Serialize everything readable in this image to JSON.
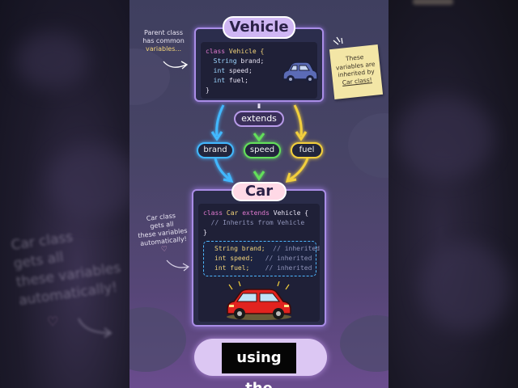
{
  "parent": {
    "title": "Vehicle",
    "code": {
      "header_kw": "class",
      "header_name": "Vehicle {",
      "fields": [
        {
          "type": "String",
          "rest": " brand;"
        },
        {
          "type": "int",
          "rest": " speed;"
        },
        {
          "type": "int",
          "rest": " fuel;"
        }
      ],
      "close": "}"
    }
  },
  "left_note": {
    "line1": "Parent class",
    "line2": "has common",
    "line3": "variables..."
  },
  "sticky_note": {
    "line1": "These",
    "line2": "variables are",
    "line3": "inherited by",
    "line4": "Car class!"
  },
  "connector": {
    "extends_label": "extends",
    "chips": [
      "brand",
      "speed",
      "fuel"
    ]
  },
  "child": {
    "title": "Car",
    "code": {
      "kw_class": "class",
      "name": "Car",
      "kw_extends": "extends",
      "parent": "Vehicle {",
      "comment": "// Inherits from Vehicle",
      "close": "}",
      "inherited": [
        {
          "type": "String",
          "name": " brand;",
          "comment": "// inherited"
        },
        {
          "type": "int",
          "name": " speed;",
          "comment": "// inherited"
        },
        {
          "type": "int",
          "name": " fuel;",
          "comment": "// inherited"
        }
      ]
    }
  },
  "side_note": {
    "line1": "Car class",
    "line2": "gets all",
    "line3": "these variables",
    "line4": "automatically!"
  },
  "blurred_side_text": {
    "line1": "Car class",
    "line2": "gets all",
    "line3": "these variables",
    "line4": "automatically!"
  },
  "caption": {
    "text": "using the"
  },
  "colors": {
    "brand": "#42b8ff",
    "speed": "#63e05a",
    "fuel": "#f2cf3c",
    "pill": "#cfb6f3",
    "border": "#a98de6"
  }
}
